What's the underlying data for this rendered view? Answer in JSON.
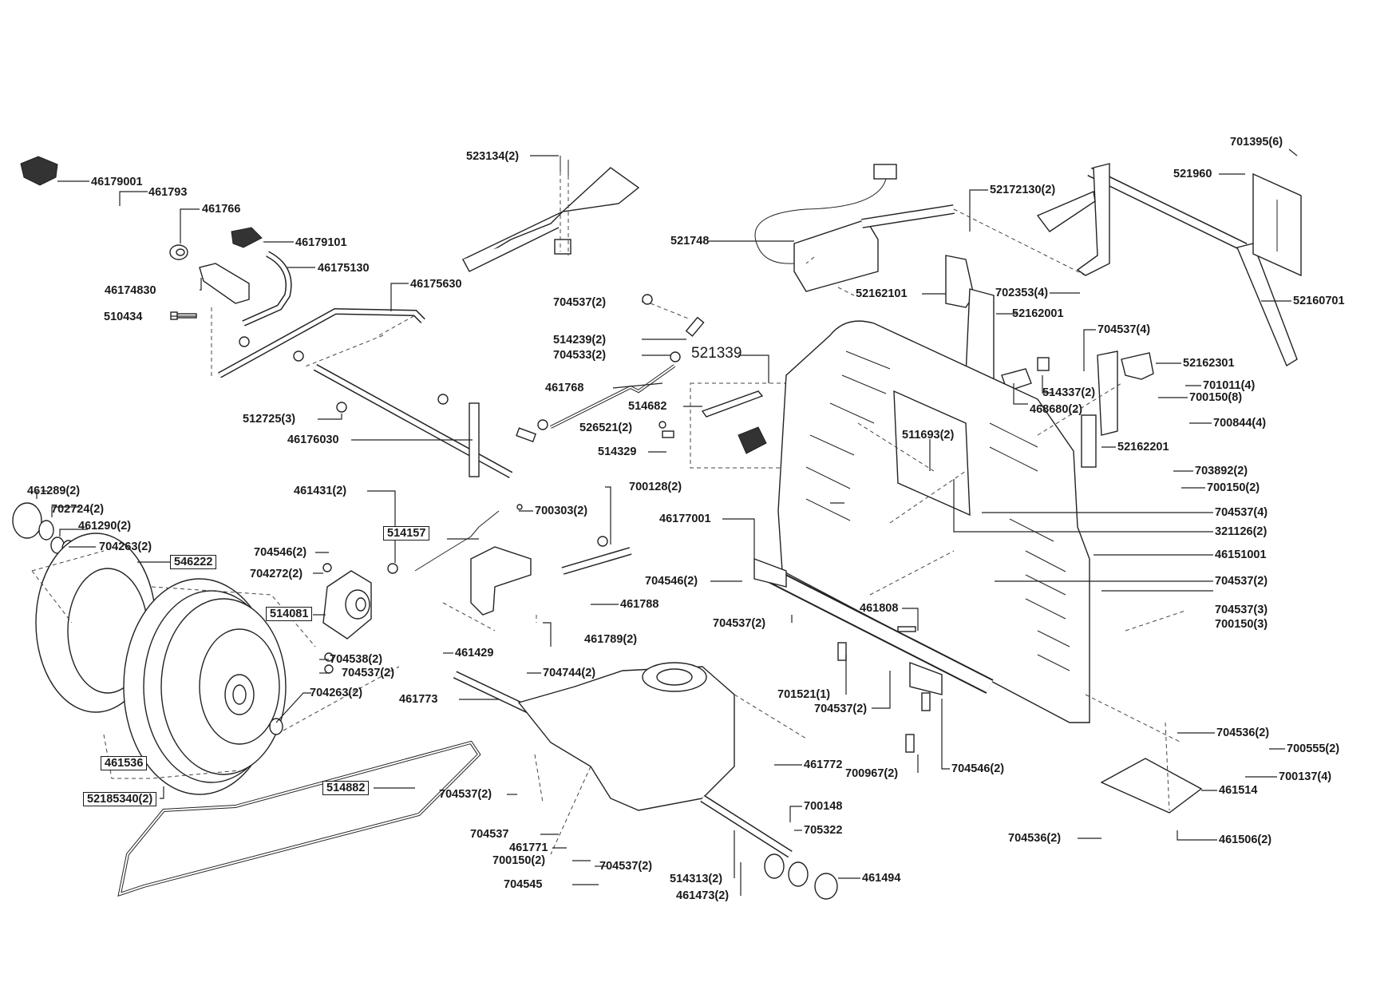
{
  "diagram": {
    "type": "exploded parts diagram",
    "groups": [
      {
        "name": "brake and drive pedals",
        "labels": [
          {
            "id": "l1",
            "text": "46179001"
          },
          {
            "id": "l2",
            "text": "461793"
          },
          {
            "id": "l3",
            "text": "461766"
          },
          {
            "id": "l4",
            "text": "46179101"
          },
          {
            "id": "l5",
            "text": "46175130"
          },
          {
            "id": "l6",
            "text": "46174830"
          },
          {
            "id": "l7",
            "text": "510434"
          },
          {
            "id": "l8",
            "text": "46175630"
          },
          {
            "id": "l9",
            "text": "512725(3)"
          },
          {
            "id": "l10",
            "text": "46176030"
          }
        ]
      },
      {
        "name": "shift plate and linkage",
        "labels": [
          {
            "id": "l11",
            "text": "523134(2)"
          },
          {
            "id": "l12",
            "text": "704537(2)"
          },
          {
            "id": "l13",
            "text": "514239(2)"
          },
          {
            "id": "l14",
            "text": "704533(2)"
          },
          {
            "id": "l15",
            "text": "461768"
          },
          {
            "id": "l16",
            "text": "521339"
          },
          {
            "id": "l17",
            "text": "514682"
          },
          {
            "id": "l18",
            "text": "526521(2)"
          },
          {
            "id": "l19",
            "text": "514329"
          }
        ]
      },
      {
        "name": "seat switch and seat frame",
        "labels": [
          {
            "id": "l20",
            "text": "521748"
          },
          {
            "id": "l21",
            "text": "52172130(2)"
          },
          {
            "id": "l22",
            "text": "701395(6)"
          },
          {
            "id": "l23",
            "text": "521960"
          },
          {
            "id": "l24",
            "text": "52162101"
          },
          {
            "id": "l25",
            "text": "702353(4)"
          },
          {
            "id": "l26",
            "text": "52162001"
          },
          {
            "id": "l27",
            "text": "52160701"
          },
          {
            "id": "l28",
            "text": "704537(4)"
          },
          {
            "id": "l29",
            "text": "52162301"
          },
          {
            "id": "l30",
            "text": "514337(2)"
          },
          {
            "id": "l31",
            "text": "701011(4)"
          },
          {
            "id": "l32",
            "text": "700150(8)"
          },
          {
            "id": "l33",
            "text": "468680(2)"
          },
          {
            "id": "l34",
            "text": "700844(4)"
          },
          {
            "id": "l35",
            "text": "511693(2)"
          },
          {
            "id": "l36",
            "text": "52162201"
          },
          {
            "id": "l37",
            "text": "703892(2)"
          },
          {
            "id": "l38",
            "text": "700150(2)"
          },
          {
            "id": "l39",
            "text": "704537(4)"
          },
          {
            "id": "l40",
            "text": "321126(2)"
          },
          {
            "id": "l41",
            "text": "46151001"
          },
          {
            "id": "l42",
            "text": "704537(2)"
          },
          {
            "id": "l43",
            "text": "704537(3)"
          },
          {
            "id": "l44",
            "text": "700150(3)"
          }
        ]
      },
      {
        "name": "wheels and bearings",
        "labels": [
          {
            "id": "l45",
            "text": "461289(2)"
          },
          {
            "id": "l46",
            "text": "702724(2)"
          },
          {
            "id": "l47",
            "text": "461290(2)"
          },
          {
            "id": "l48",
            "text": "704263(2)"
          },
          {
            "id": "l49",
            "text": "546222",
            "boxed": true
          },
          {
            "id": "l50",
            "text": "704546(2)"
          },
          {
            "id": "l51",
            "text": "704272(2)"
          },
          {
            "id": "l52",
            "text": "514081",
            "boxed": true
          },
          {
            "id": "l53",
            "text": "704538(2)"
          },
          {
            "id": "l54",
            "text": "704537(2)"
          },
          {
            "id": "l55",
            "text": "704263(2)"
          },
          {
            "id": "l56",
            "text": "461536",
            "boxed": true
          },
          {
            "id": "l57",
            "text": "52185340(2)",
            "boxed": true
          },
          {
            "id": "l58",
            "text": "514882",
            "boxed": true
          }
        ]
      },
      {
        "name": "transaxle and control",
        "labels": [
          {
            "id": "l59",
            "text": "461431(2)"
          },
          {
            "id": "l60",
            "text": "514157",
            "boxed": true
          },
          {
            "id": "l61",
            "text": "700303(2)"
          },
          {
            "id": "l62",
            "text": "700128(2)"
          },
          {
            "id": "l63",
            "text": "461788"
          },
          {
            "id": "l64",
            "text": "461789(2)"
          },
          {
            "id": "l65",
            "text": "461429"
          },
          {
            "id": "l66",
            "text": "704744(2)"
          },
          {
            "id": "l67",
            "text": "461773"
          },
          {
            "id": "l68",
            "text": "704537(2)"
          },
          {
            "id": "l69",
            "text": "461772"
          },
          {
            "id": "l70",
            "text": "700148"
          },
          {
            "id": "l71",
            "text": "705322"
          },
          {
            "id": "l72",
            "text": "704537"
          },
          {
            "id": "l73",
            "text": "461771"
          },
          {
            "id": "l74",
            "text": "700150(2)"
          },
          {
            "id": "l75",
            "text": "704537(2)"
          },
          {
            "id": "l76",
            "text": "704545"
          },
          {
            "id": "l77",
            "text": "514313(2)"
          },
          {
            "id": "l78",
            "text": "461473(2)"
          },
          {
            "id": "l79",
            "text": "461494"
          }
        ]
      },
      {
        "name": "frame axle and rear plate",
        "labels": [
          {
            "id": "l80",
            "text": "46177001"
          },
          {
            "id": "l81",
            "text": "704546(2)"
          },
          {
            "id": "l82",
            "text": "704537(2)"
          },
          {
            "id": "l83",
            "text": "461808"
          },
          {
            "id": "l84",
            "text": "701521(1)"
          },
          {
            "id": "l85",
            "text": "704537(2)"
          },
          {
            "id": "l86",
            "text": "700967(2)"
          },
          {
            "id": "l87",
            "text": "704546(2)"
          },
          {
            "id": "l88",
            "text": "704536(2)"
          },
          {
            "id": "l89",
            "text": "700555(2)"
          },
          {
            "id": "l90",
            "text": "700137(4)"
          },
          {
            "id": "l91",
            "text": "461514"
          },
          {
            "id": "l92",
            "text": "704536(2)"
          },
          {
            "id": "l93",
            "text": "461506(2)"
          }
        ]
      }
    ]
  }
}
